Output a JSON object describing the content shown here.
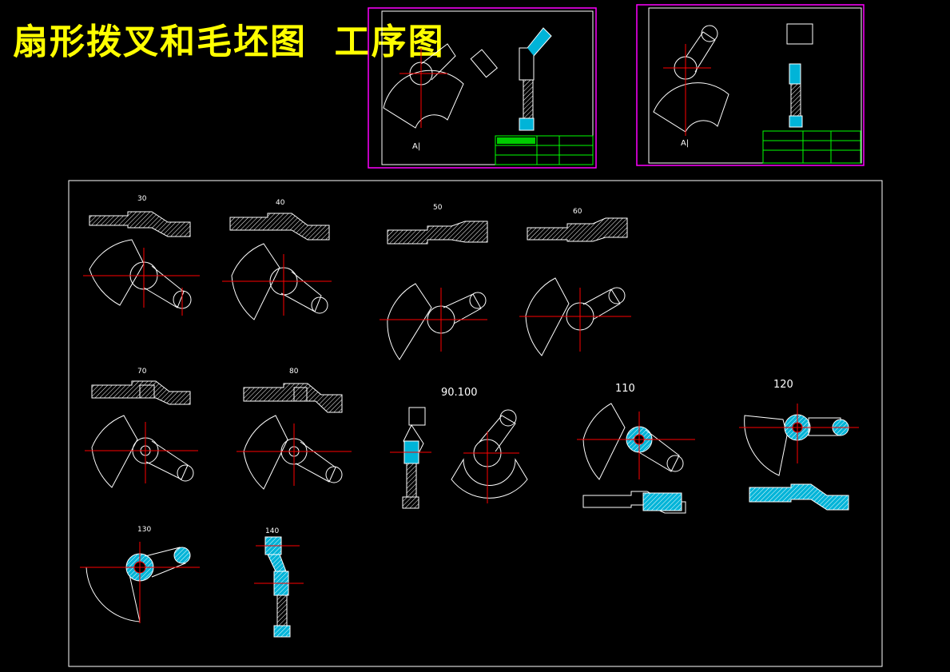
{
  "title": "扇形拨叉和毛坯图  工序图",
  "ops": [
    {
      "label": "30"
    },
    {
      "label": "40"
    },
    {
      "label": "50"
    },
    {
      "label": "60"
    },
    {
      "label": "70"
    },
    {
      "label": "80"
    },
    {
      "label": "90.100"
    },
    {
      "label": "110"
    },
    {
      "label": "120"
    },
    {
      "label": "130"
    },
    {
      "label": "140"
    }
  ],
  "sheet_view_label": "A|",
  "colors": {
    "title": "#ffff00",
    "frame_magenta": "#ff00ff",
    "outline": "#ffffff",
    "center": "#ff0000",
    "section": "#00c8ff",
    "table": "#00ff00"
  }
}
